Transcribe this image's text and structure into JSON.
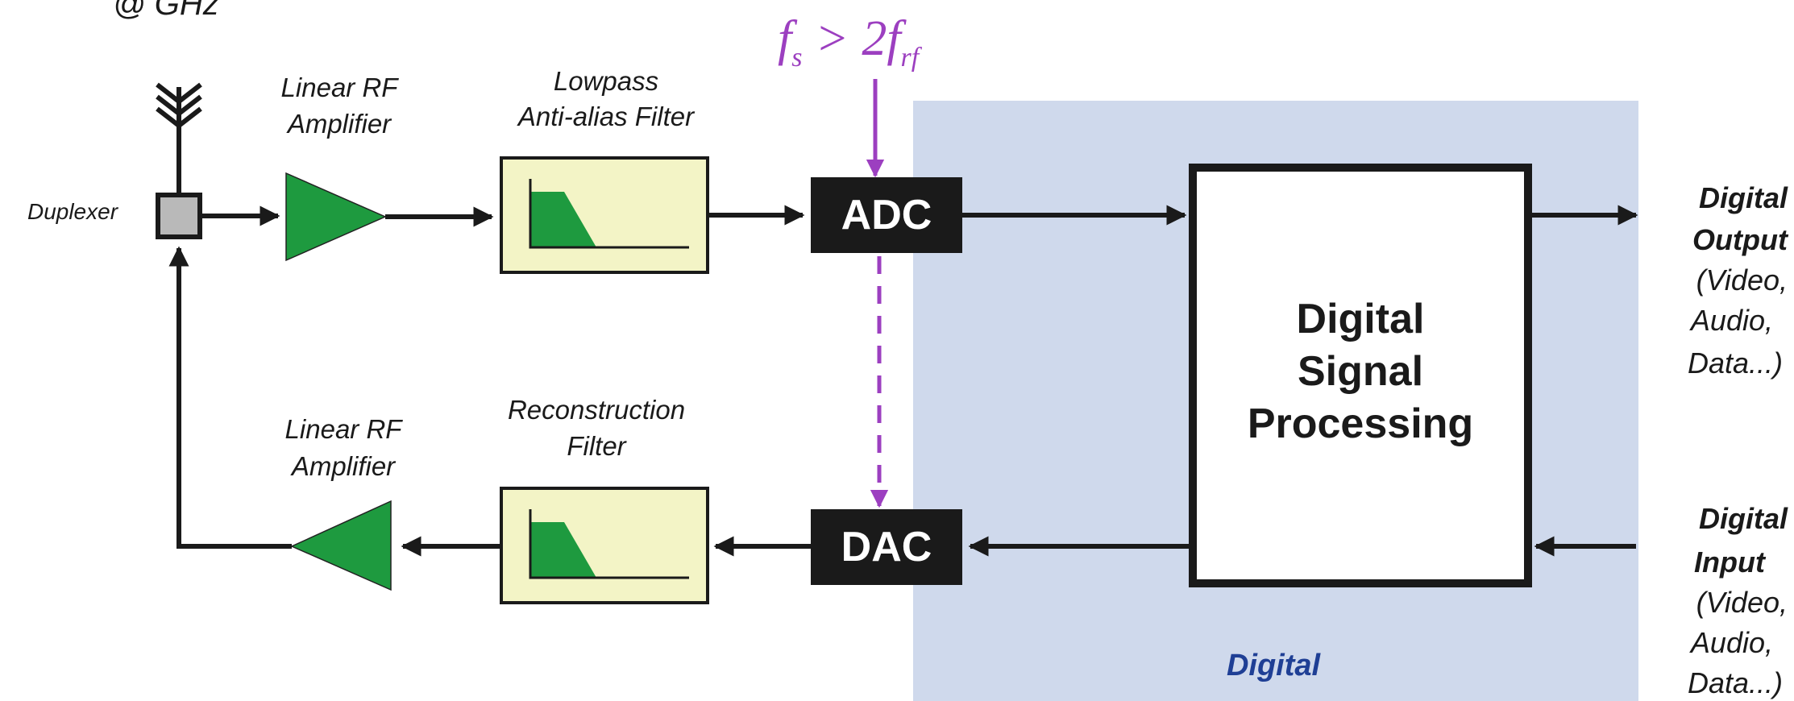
{
  "top_label": "@ GHz",
  "duplexer_label": "Duplexer",
  "rx_amplifier_label": [
    "Linear RF",
    "Amplifier"
  ],
  "tx_amplifier_label": [
    "Linear RF",
    "Amplifier"
  ],
  "lowpass_filter_label": [
    "Lowpass",
    "Anti-alias Filter"
  ],
  "reconstruction_filter_label": [
    "Reconstruction",
    "Filter"
  ],
  "sampling_condition": {
    "f_symbol": "f",
    "s_subscript": "s",
    "relation": ">",
    "coefficient": "2f",
    "rf_subscript": "rf"
  },
  "adc_label": "ADC",
  "dac_label": "DAC",
  "dsp_label": [
    "Digital",
    "Signal",
    "Processing"
  ],
  "digital_region_label": "Digital",
  "digital_output_label": [
    "Digital",
    "Output",
    "(Video,",
    "Audio,",
    "Data...)"
  ],
  "digital_input_label": [
    "Digital",
    "Input",
    "(Video,",
    "Audio,",
    "Data...)"
  ],
  "colors": {
    "digital_region": "#cfd9ec",
    "digital_text": "#1f3f95",
    "amplifier": "#1e9a3f",
    "filter_bg": "#f3f4c6",
    "converter_bg": "#1a1a1a",
    "clock": "#9c3fc0"
  }
}
